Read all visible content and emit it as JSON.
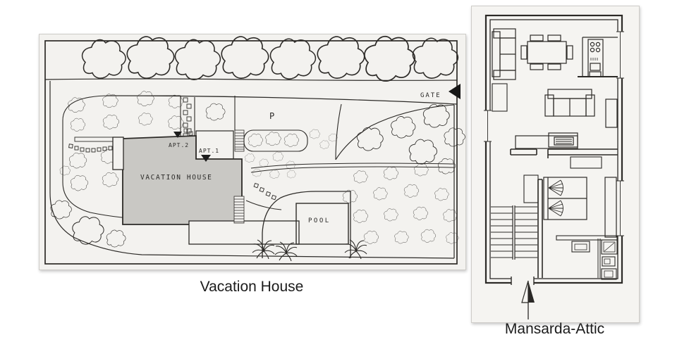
{
  "page": {
    "background": "#ffffff"
  },
  "site_plan": {
    "caption": "Vacation House",
    "labels": {
      "gate": "GATE",
      "parking": "P",
      "apt2": "APT.2",
      "apt1": "APT.1",
      "house": "VACATION HOUSE",
      "pool": "POOL"
    },
    "colors": {
      "paper": "#f3f2ef",
      "ink": "#2c2a27",
      "house_fill": "#c9c8c4"
    }
  },
  "attic_plan": {
    "caption": "Mansarda-Attic",
    "colors": {
      "paper": "#f5f4f1",
      "ink": "#211f1d"
    }
  },
  "icons": {
    "gate_arrow": "left-filled-triangle",
    "north_arrow": "half-filled-up-arrow",
    "apt_marker": "down-filled-triangle"
  }
}
